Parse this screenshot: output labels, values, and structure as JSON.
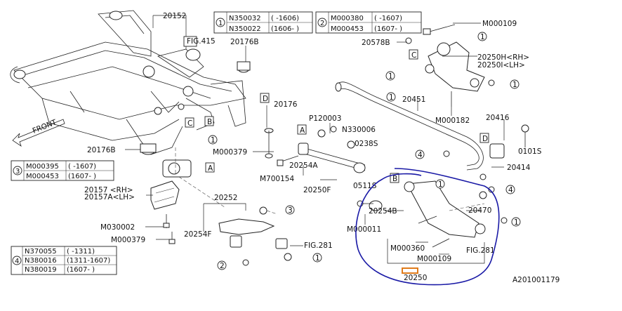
{
  "diagram": {
    "doc_id": "A201001179",
    "parts": {
      "p20152": "20152",
      "fig415": "FIG.415",
      "p20176B_top": "20176B",
      "p20176": "20176",
      "p20176B_left": "20176B",
      "p20157": "20157 <RH>",
      "p20157A": "20157A<LH>",
      "m030002": "M030002",
      "m000379_a": "M000379",
      "m000379_b": "M000379",
      "p20252": "20252",
      "p20254F": "20254F",
      "fig281_a": "FIG.281",
      "p120003": "P120003",
      "n330006": "N330006",
      "p0238S": "0238S",
      "p20254A": "20254A",
      "m700154": "M700154",
      "p20250F": "20250F",
      "p0511S": "0511S",
      "p20451": "20451",
      "p20578B": "20578B",
      "m000109_a": "M000109",
      "p20250H": "20250H<RH>",
      "p20250I": "20250I<LH>",
      "m000182": "M000182",
      "p20416": "20416",
      "p0101S": "0101S",
      "p20414": "20414",
      "p20254B": "20254B",
      "m000011": "M000011",
      "p20470": "20470",
      "m000360": "M000360",
      "m000109_b": "M000109",
      "fig281_b": "FIG.281",
      "p20250": "20250",
      "front": "FRONT"
    },
    "callouts": {
      "c1": "1",
      "c2": "2",
      "c3": "3",
      "c4": "4",
      "A": "A",
      "B": "B",
      "C": "C",
      "D": "D"
    },
    "table1": {
      "rows": [
        {
          "code": "N350032",
          "range": "( -1606)"
        },
        {
          "code": "N350022",
          "range": "(1606- )"
        }
      ]
    },
    "table2": {
      "rows": [
        {
          "code": "M000380",
          "range": "( -1607)"
        },
        {
          "code": "M000453",
          "range": "(1607- )"
        }
      ]
    },
    "table3": {
      "rows": [
        {
          "code": "M000395",
          "range": "( -1607)"
        },
        {
          "code": "M000453",
          "range": "(1607- )"
        }
      ]
    },
    "table4": {
      "rows": [
        {
          "code": "N370055",
          "range": "( -1311)"
        },
        {
          "code": "N380016",
          "range": "(1311-1607)"
        },
        {
          "code": "N380019",
          "range": "(1607- )"
        }
      ]
    },
    "highlight_color": "#1a1aa6",
    "accent_box_color": "#e07b1a"
  }
}
